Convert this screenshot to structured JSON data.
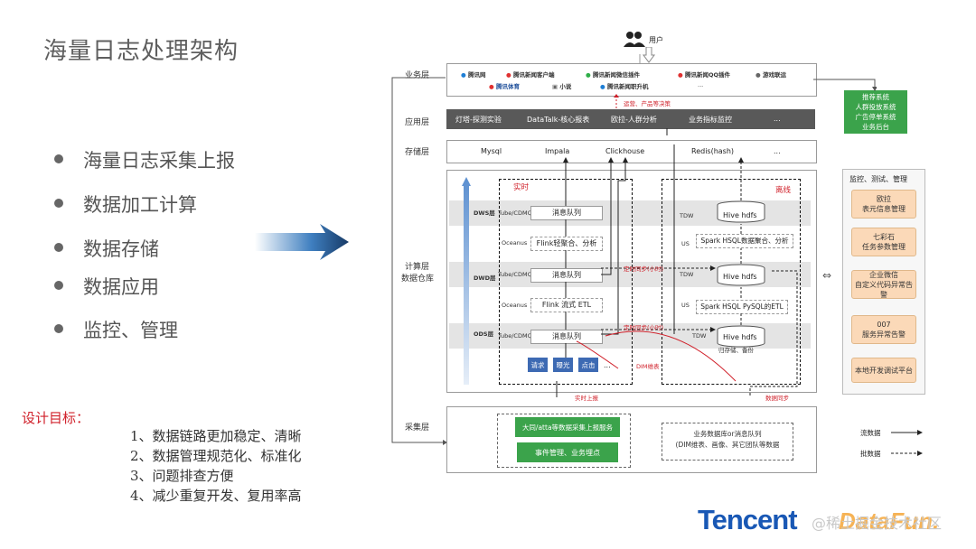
{
  "title": "海量日志处理架构",
  "bullets": [
    "海量日志采集上报",
    "数据加工计算",
    "数据存储",
    "数据应用",
    "监控、管理"
  ],
  "goals": {
    "label": "设计目标：",
    "items": [
      "1、数据链路更加稳定、清晰",
      "2、数据管理规范化、标准化",
      "3、问题排查方便",
      "4、减少重复开发、复用率高"
    ]
  },
  "diagram": {
    "user_label": "用户",
    "layers": {
      "business": "业务层",
      "application": "应用层",
      "storage": "存储层",
      "compute": "计算层",
      "warehouse": "数据仓库",
      "collect": "采集层"
    },
    "business_apps": [
      "腾讯网",
      "腾讯新闻客户端",
      "腾讯新闻微信插件",
      "腾讯新闻QQ插件",
      "游戏联运",
      "腾讯体育",
      "小说",
      "腾讯新闻职升机",
      "..."
    ],
    "ops_note": "运营、产品等决策",
    "app_items": [
      "灯塔-探测实验",
      "DataTalk-核心报表",
      "欧拉-人群分析",
      "业务指标监控",
      "..."
    ],
    "storage_items": [
      "Mysql",
      "Impala",
      "Clickhouse",
      "Redis(hash)",
      "..."
    ],
    "realtime_label": "实时",
    "offline_label": "离线",
    "levels": [
      "DWS层",
      "DWD层",
      "ODS层"
    ],
    "rt_tags": [
      "Tube/CDMQ",
      "Oceanus",
      "Tube/CDMQ",
      "Oceanus",
      "Tube/CDMQ"
    ],
    "rt_nodes": [
      "消息队列",
      "Flink轻聚合、分析",
      "消息队列",
      "Flink 流式 ETL",
      "消息队列"
    ],
    "off_tags": [
      "TDW",
      "US",
      "TDW",
      "US",
      "TDW"
    ],
    "off_nodes": [
      "Hive hdfs",
      "Spark HSQL数据聚合、分析",
      "Hive hdfs",
      "Spark HSQL PySQL的ETL",
      "Hive hdfs"
    ],
    "archive_note": "归存储、备份",
    "sync_note_1": "定时同步(小时)",
    "sync_note_2": "定时同步(小时)",
    "dim_note": "DIM维表",
    "events": [
      "请求",
      "曝光",
      "点击",
      "..."
    ],
    "realtime_report": "实时上报",
    "data_sync": "数据同步",
    "collect_green_1": "大同/atta等数据采集上报服务",
    "collect_green_2": "事件管理、业务埋点",
    "collect_right": "业务数据库or消息队列\n(DIM维表、画像、其它团队等数据",
    "rec_system": "推荐系统\n人群投放系统\n广告停单系统\n业务后台",
    "monitor_title": "监控、测试、管理",
    "monitor_items": [
      "欧拉\n表元信息管理",
      "七彩石\n任务参数管理",
      "企业微信\n自定义代码异常告警",
      "007\n服务异常告警",
      "本地开发调试平台"
    ],
    "legend_stream": "流数据",
    "legend_batch": "批数据"
  },
  "brand": "Tencent",
  "watermark": "@稀土掘金技术社区",
  "brand2": "DataFun."
}
